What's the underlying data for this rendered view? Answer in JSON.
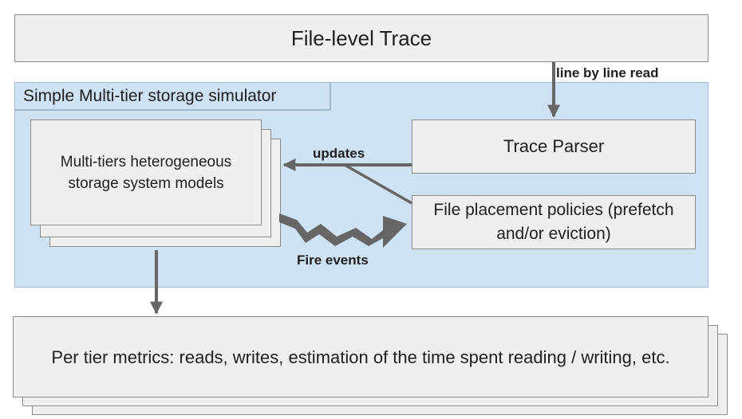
{
  "nodes": {
    "trace": "File-level Trace",
    "simulator": "Simple Multi-tier storage simulator",
    "models": "Multi-tiers heterogeneous storage system models",
    "parser": "Trace Parser",
    "policies": "File placement policies (prefetch and/or eviction)",
    "metrics": "Per tier metrics: reads, writes, estimation of the time spent reading / writing, etc."
  },
  "edges": {
    "line_read": "line by line read",
    "updates": "updates",
    "fire_events": "Fire events"
  },
  "colors": {
    "box_fill": "#efefef",
    "box_border": "#8c8c8c",
    "container_fill": "#cfe2f3",
    "arrow": "#666666"
  }
}
